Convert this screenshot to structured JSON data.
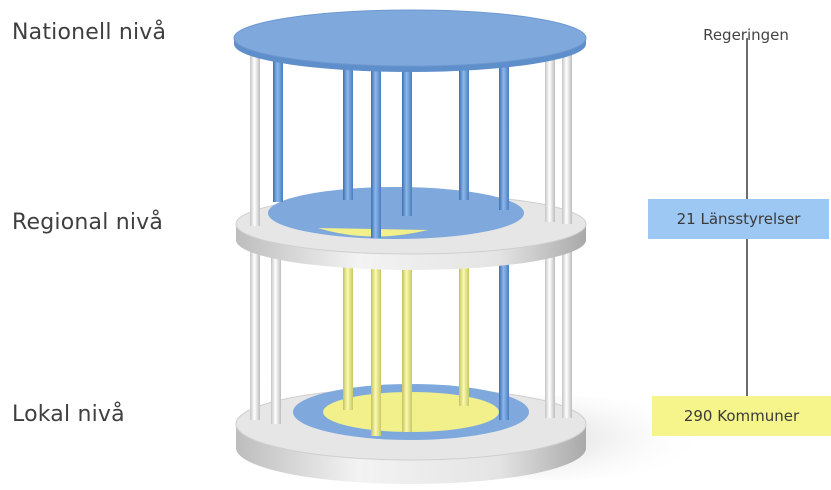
{
  "levels": {
    "national": "Nationell nivå",
    "regional": "Regional nivå",
    "local": "Lokal nivå"
  },
  "right": {
    "top": "Regeringen",
    "regional_box": "21 Länsstyrelser",
    "local_box": "290 Kommuner"
  },
  "colors": {
    "blue": "#7fa9dc",
    "yellow": "#f1f08a",
    "white_pillar": "#eeeeee",
    "platform_grey": "#d9d9d9"
  }
}
